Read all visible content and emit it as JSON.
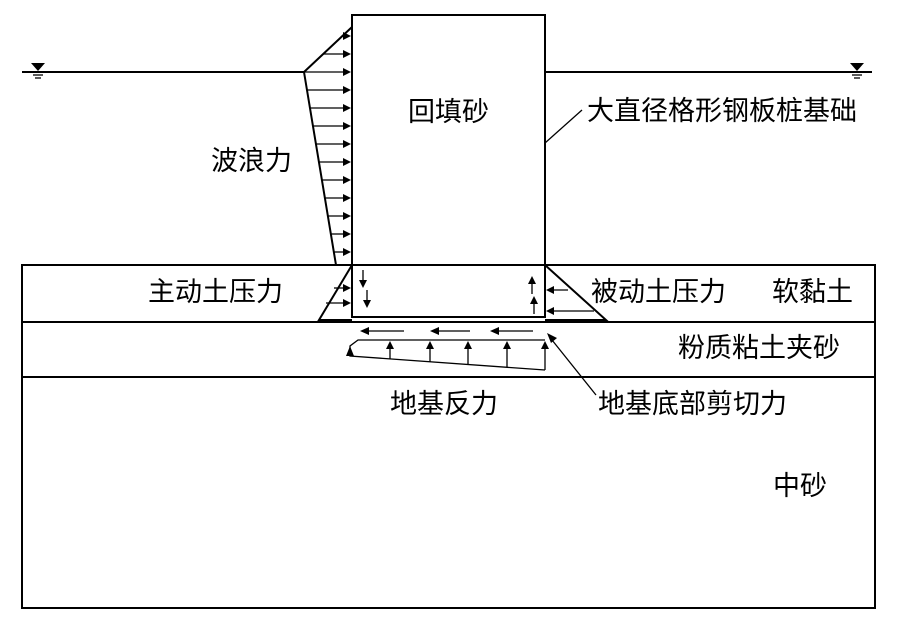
{
  "labels": {
    "backfill_sand": "回填砂",
    "foundation": "大直径格形钢板桩基础",
    "wave_force": "波浪力",
    "active_earth_pressure": "主动土压力",
    "passive_earth_pressure": "被动土压力",
    "soft_clay": "软黏土",
    "silty_clay_sand": "粉质粘土夹砂",
    "foundation_reaction": "地基反力",
    "base_shear": "地基底部剪切力",
    "medium_sand": "中砂"
  },
  "colors": {
    "line": "#000000",
    "background": "#ffffff"
  },
  "icons": [
    "water-level-icon-left",
    "water-level-icon-right"
  ]
}
